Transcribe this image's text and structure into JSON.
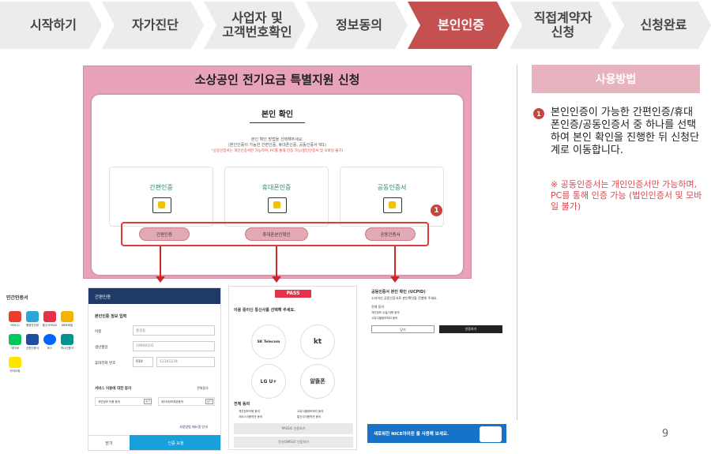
{
  "steps": [
    {
      "label": "시작하기",
      "active": false
    },
    {
      "label": "자가진단",
      "active": false
    },
    {
      "label": "사업자 및\n고객번호확인",
      "active": false
    },
    {
      "label": "정보동의",
      "active": false
    },
    {
      "label": "본인인증",
      "active": true
    },
    {
      "label": "직접계약자\n신청",
      "active": false
    },
    {
      "label": "신청완료",
      "active": false
    }
  ],
  "panel": {
    "title": "소상공인 전기요금 특별지원 신청",
    "inner_title": "본인 확인",
    "notice_lines": [
      "본인 확인 방법을 선택해주세요.",
      "(본인인증이 가능한 간편인증, 휴대폰인증, 공동인증서 택1)",
      "*공동인증서는 개인인증서만 가능하며, PC를 통해 인증 가능(법인인증서 및 모바일 불가)"
    ],
    "cards": [
      {
        "label": "간편인증",
        "button": "간편인증"
      },
      {
        "label": "휴대폰인증",
        "button": "휴대폰본인확인"
      },
      {
        "label": "공동인증서",
        "button": "공동인증서"
      }
    ],
    "badge": "1"
  },
  "shot_simple": {
    "header": "민간인증서",
    "apps": [
      "PAYCO",
      "행정안전부",
      "통신사PASS",
      "KB모바일",
      "네이버",
      "신한인증서",
      "토스",
      "하나인증서",
      "카카오톡"
    ],
    "form_header": "간편인증",
    "form_title": "본인인증 정보 입력",
    "name_label": "이름",
    "name_value": "홍길동",
    "birth_label": "생년월일",
    "birth_value": "19900101",
    "phone_label": "휴대전화 번호",
    "phone_prefix": "010",
    "phone_value": "12341234",
    "terms_title": "서비스 이용에 대한 동의",
    "terms_all": "전체동의",
    "terms_1": "개인정보 이용 동의",
    "terms_2": "제3자정보제공동의",
    "view": "보기",
    "help": "사용방법 매뉴얼 안내",
    "cancel": "닫기",
    "request": "인증 요청"
  },
  "shot_pass": {
    "logo": "PASS",
    "title": "이용 중이신 통신사를 선택해 주세요.",
    "carriers": [
      "SK Telecom",
      "kt",
      "LG U+",
      "알뜰폰"
    ],
    "agree_all": "전체 동의",
    "terms": [
      "개인정보이용 동의",
      "고유식별정보처리 동의",
      "서비스이용약관 동의",
      "통신사이용약관 동의"
    ],
    "btn_pass": "PASS로 인증하기",
    "btn_sms": "문자(SMS)로 인증하기"
  },
  "shot_cert": {
    "title": "공동인증서 본인 확인 (UCPID)",
    "desc": "소지하신 공동인증서로 본인확인을 진행해 주세요.",
    "agree_all": "전체 동의",
    "terms": [
      "개인정보 수집/이용 동의",
      "고유식별정보처리 동의"
    ],
    "cancel": "닫기",
    "confirm": "인증하기",
    "banner": "새로워진 NICE아이핀 을 사용해 보세요."
  },
  "right": {
    "title": "사용방법",
    "badge": "1",
    "body": "본인인증이 가능한 간편인증/휴대폰인증/공동인증서 중 하나를 선택하여 본인 확인을 진행한 뒤 신청단계로 이동합니다.",
    "note": "※ 공동인증서는 개인인증서만 가능하며, PC를 통해 인증 가능 (법인인증서 및 모바일 불가)"
  },
  "page_number": "9"
}
